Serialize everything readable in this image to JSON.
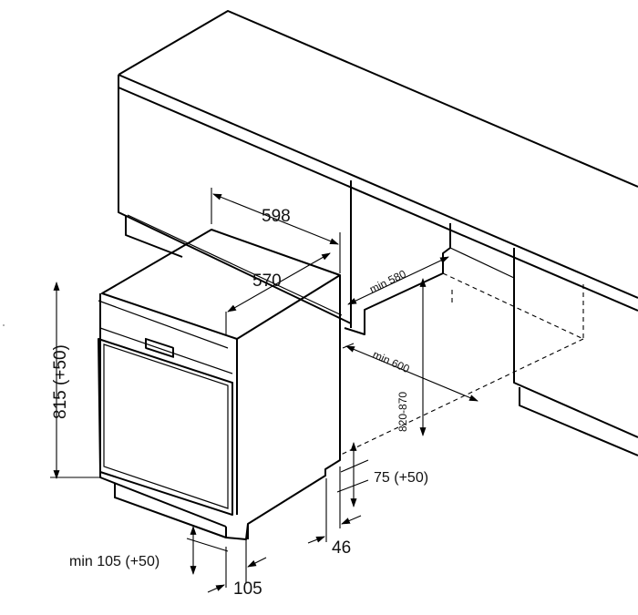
{
  "dimensions": {
    "width_total": "598",
    "depth": "570",
    "niche_depth_min": "min 580",
    "niche_width_min": "min 600",
    "height": "815 (+50)",
    "niche_height": "820-870",
    "plinth_height": "75 (+50)",
    "side_offset": "46",
    "toe_kick_height": "min 105 (+50)",
    "toe_kick_depth": "105"
  }
}
